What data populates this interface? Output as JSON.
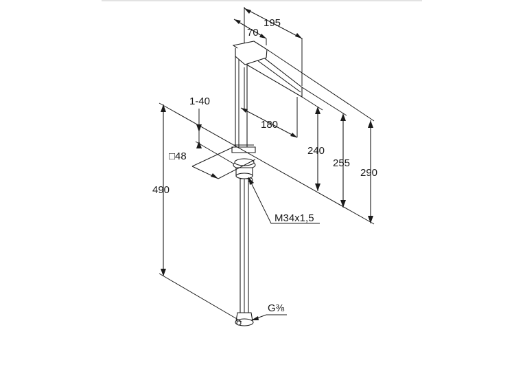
{
  "drawing": {
    "dimensions": {
      "overall_depth": "195",
      "spout_base_width": "70",
      "spout_reach": "180",
      "spout_height": "240",
      "outlet_height": "255",
      "total_height": "290",
      "mounting_thickness": "1-40",
      "base_square": "□48",
      "overall_length": "490"
    },
    "callouts": {
      "thread": "M34x1,5",
      "connection": "G⅜"
    }
  }
}
